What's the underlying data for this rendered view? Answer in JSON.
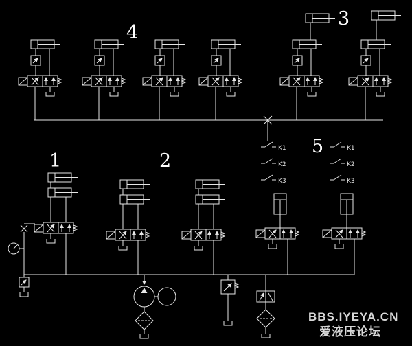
{
  "diagram": {
    "type": "hydraulic-circuit-schematic",
    "background_color": "#000000",
    "line_color": "#e6e6e6",
    "group_labels": [
      {
        "text": "1"
      },
      {
        "text": "2"
      },
      {
        "text": "3"
      },
      {
        "text": "4"
      },
      {
        "text": "5"
      }
    ],
    "relay_contacts_left": [
      "K1",
      "K2",
      "K3"
    ],
    "relay_contacts_right": [
      "K1",
      "K2",
      "K3"
    ]
  },
  "watermark": {
    "line1": "BBS.IYEYA.CN",
    "line2": "爱液压论坛",
    "color": "#d8d8d8"
  }
}
